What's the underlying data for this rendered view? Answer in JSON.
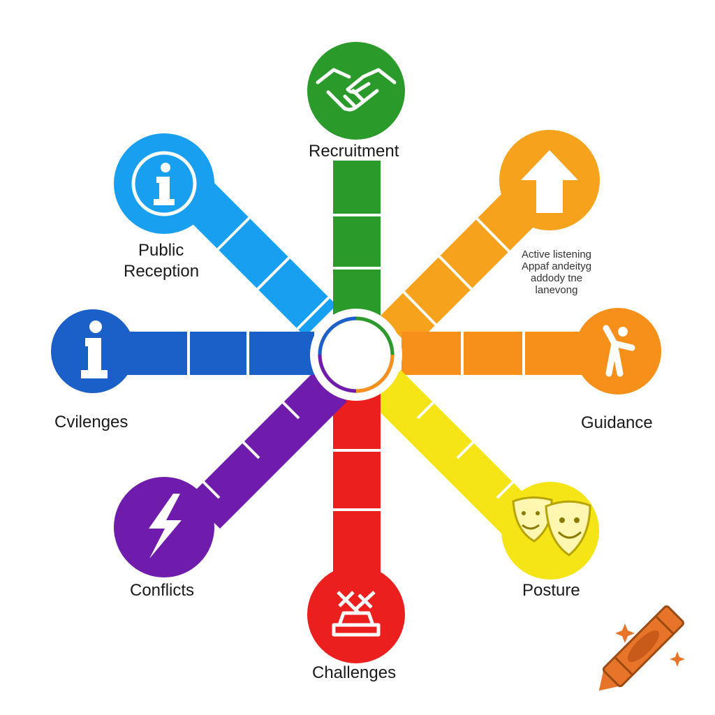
{
  "diagram": {
    "nodes": [
      {
        "id": "recruitment",
        "label": "Recruitment",
        "color": "#2a9a2a",
        "icon": "handshake-icon"
      },
      {
        "id": "up",
        "label": "",
        "color": "#f7a21c",
        "icon": "arrow-up-icon"
      },
      {
        "id": "guidance",
        "label": "Guidance",
        "color": "#f7901a",
        "icon": "person-stretch-icon"
      },
      {
        "id": "posture",
        "label": "Posture",
        "color": "#f5e416",
        "icon": "theater-masks-icon"
      },
      {
        "id": "challenges",
        "label": "Challenges",
        "color": "#ec1f1f",
        "icon": "tools-icon"
      },
      {
        "id": "conflicts",
        "label": "Conflicts",
        "color": "#6f1bab",
        "icon": "lightning-icon"
      },
      {
        "id": "cvilenges",
        "label": "Cvilenges",
        "color": "#1b5fc9",
        "icon": "info-icon"
      },
      {
        "id": "public_reception",
        "label_line1": "Public",
        "label_line2": "Reception",
        "color": "#199ff0",
        "icon": "info-circle-icon"
      }
    ],
    "note_lines": [
      "Active listening",
      "Appaf andeityg",
      "addody tne",
      "lanevong"
    ]
  },
  "colors": {
    "hub_ring": "#dddddd",
    "hub_center": "#ffffff",
    "crayon": "#e8742a"
  }
}
